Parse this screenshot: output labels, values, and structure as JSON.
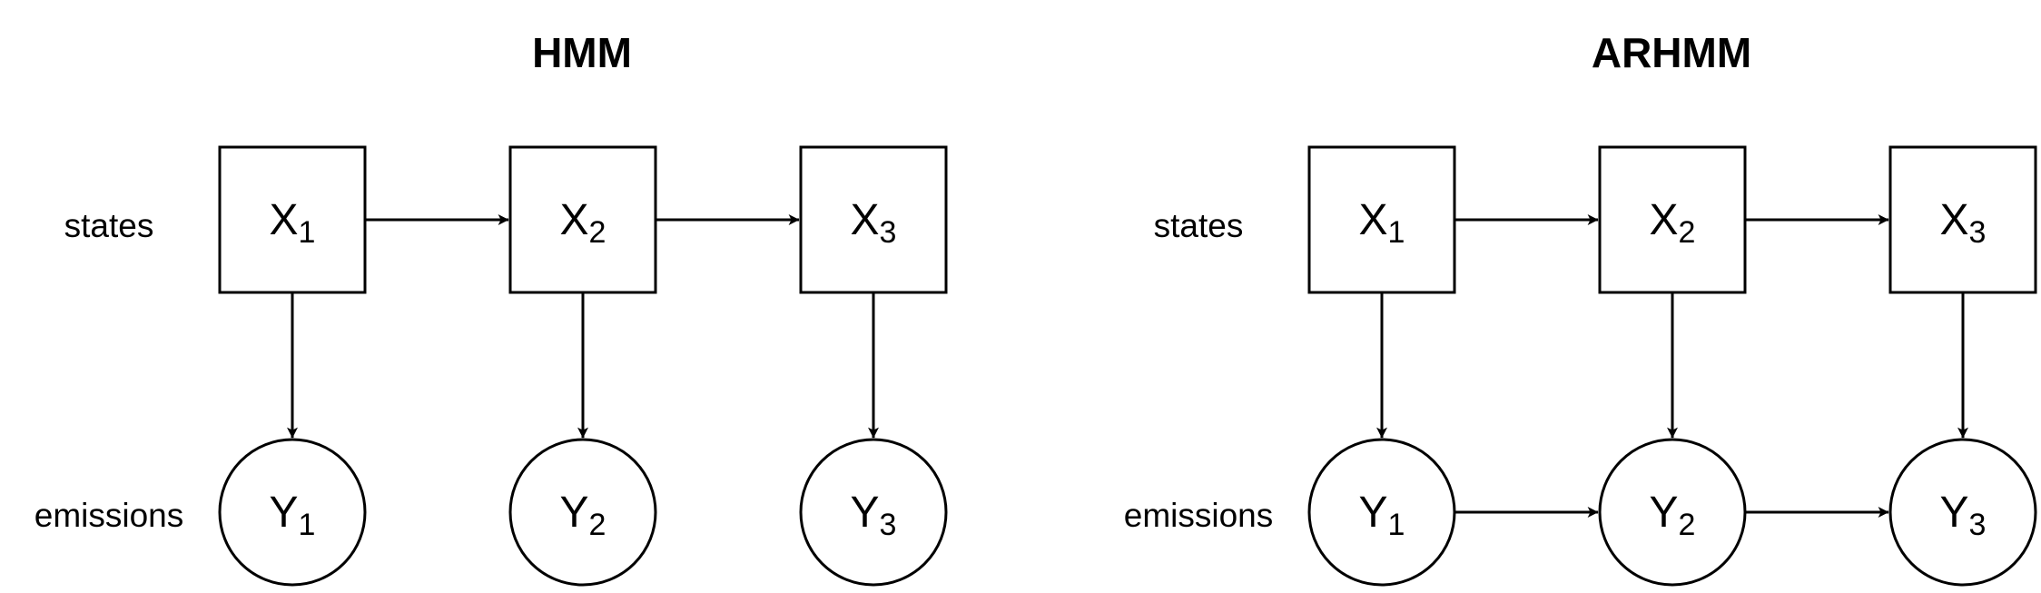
{
  "diagrams": [
    {
      "title": "HMM",
      "row_labels": {
        "states": "states",
        "emissions": "emissions"
      },
      "states": [
        {
          "letter": "X",
          "index": "1"
        },
        {
          "letter": "X",
          "index": "2"
        },
        {
          "letter": "X",
          "index": "3"
        }
      ],
      "emissions": [
        {
          "letter": "Y",
          "index": "1"
        },
        {
          "letter": "Y",
          "index": "2"
        },
        {
          "letter": "Y",
          "index": "3"
        }
      ],
      "edges": [
        {
          "from": "X1",
          "to": "X2"
        },
        {
          "from": "X2",
          "to": "X3"
        },
        {
          "from": "X1",
          "to": "Y1"
        },
        {
          "from": "X2",
          "to": "Y2"
        },
        {
          "from": "X3",
          "to": "Y3"
        }
      ]
    },
    {
      "title": "ARHMM",
      "row_labels": {
        "states": "states",
        "emissions": "emissions"
      },
      "states": [
        {
          "letter": "X",
          "index": "1"
        },
        {
          "letter": "X",
          "index": "2"
        },
        {
          "letter": "X",
          "index": "3"
        }
      ],
      "emissions": [
        {
          "letter": "Y",
          "index": "1"
        },
        {
          "letter": "Y",
          "index": "2"
        },
        {
          "letter": "Y",
          "index": "3"
        }
      ],
      "edges": [
        {
          "from": "X1",
          "to": "X2"
        },
        {
          "from": "X2",
          "to": "X3"
        },
        {
          "from": "X1",
          "to": "Y1"
        },
        {
          "from": "X2",
          "to": "Y2"
        },
        {
          "from": "X3",
          "to": "Y3"
        },
        {
          "from": "Y1",
          "to": "Y2"
        },
        {
          "from": "Y2",
          "to": "Y3"
        }
      ]
    }
  ]
}
